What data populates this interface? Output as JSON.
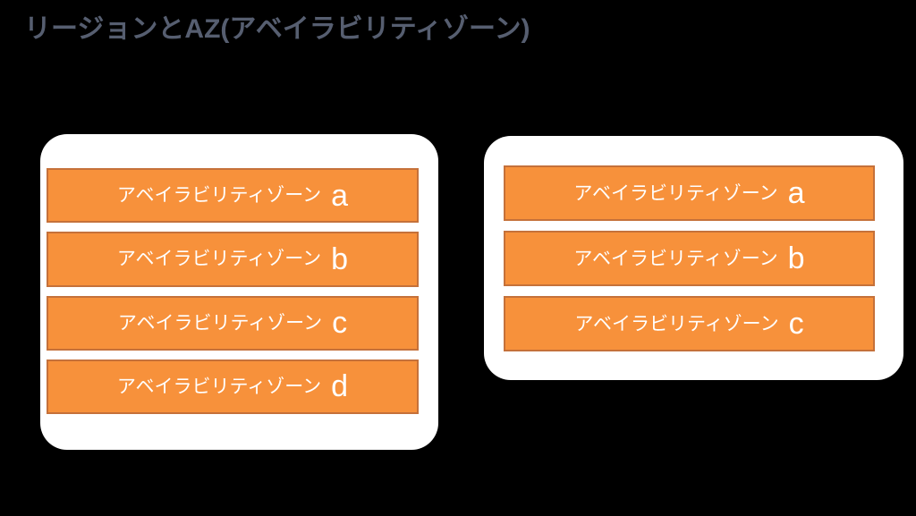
{
  "slide": {
    "title": "リージョンとAZ(アベイラビリティゾーン)",
    "background_color": "#000000",
    "title_color": "#565E70"
  },
  "theme": {
    "panel_fill": "#FFFFFF",
    "bar_fill": "#F7913B",
    "bar_border": "#C5713A",
    "bar_text_color": "#FFFFFF"
  },
  "regions": [
    {
      "name": "region-left",
      "zones": [
        {
          "label": "アベイラビリティゾーン",
          "letter": "a"
        },
        {
          "label": "アベイラビリティゾーン",
          "letter": "b"
        },
        {
          "label": "アベイラビリティゾーン",
          "letter": "c"
        },
        {
          "label": "アベイラビリティゾーン",
          "letter": "d"
        }
      ]
    },
    {
      "name": "region-right",
      "zones": [
        {
          "label": "アベイラビリティゾーン",
          "letter": "a"
        },
        {
          "label": "アベイラビリティゾーン",
          "letter": "b"
        },
        {
          "label": "アベイラビリティゾーン",
          "letter": "c"
        }
      ]
    }
  ]
}
